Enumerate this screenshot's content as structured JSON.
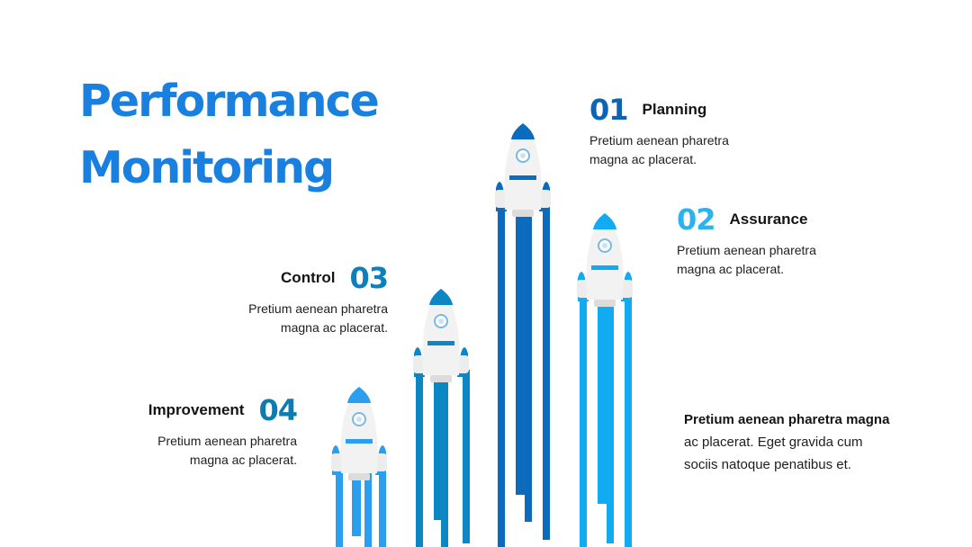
{
  "title": {
    "line1": "Performance",
    "line2": "Monitoring"
  },
  "steps": [
    {
      "number": "01",
      "label": "Planning",
      "desc_line1": "Pretium aenean pharetra",
      "desc_line2": "magna ac placerat.",
      "color": "#0e64b4"
    },
    {
      "number": "02",
      "label": "Assurance",
      "desc_line1": "Pretium aenean pharetra",
      "desc_line2": "magna ac placerat.",
      "color": "#2ab4ef"
    },
    {
      "number": "03",
      "label": "Control",
      "desc_line1": "Pretium aenean pharetra",
      "desc_line2": "magna ac placerat.",
      "color": "#0d7fba"
    },
    {
      "number": "04",
      "label": "Improvement",
      "desc_line1": "Pretium aenean pharetra",
      "desc_line2": "magna ac placerat.",
      "color": "#0e7cb0"
    }
  ],
  "summary": {
    "bold": "Pretium aenean pharetra magna",
    "line2": "ac placerat. Eget gravida cum",
    "line3": "sociis natoque penatibus et."
  },
  "rockets": [
    {
      "name": "rocket-improvement",
      "color": "#2a9ff0",
      "icon": "rocket-icon"
    },
    {
      "name": "rocket-control",
      "color": "#0d86c4",
      "icon": "rocket-icon"
    },
    {
      "name": "rocket-planning",
      "color": "#0c6bbd",
      "icon": "rocket-icon"
    },
    {
      "name": "rocket-assurance",
      "color": "#12aaf0",
      "icon": "rocket-icon"
    }
  ]
}
